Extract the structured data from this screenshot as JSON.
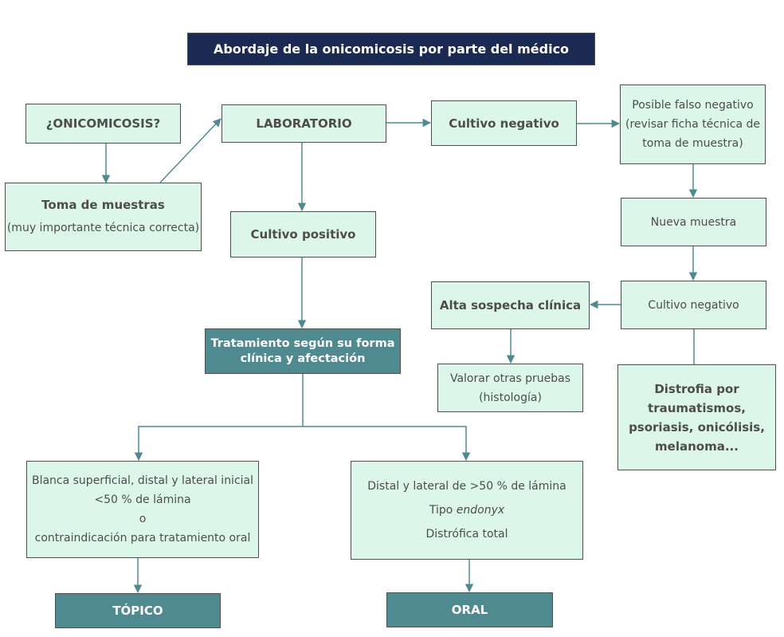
{
  "title": "Abordaje de la onicomicosis por parte del médico",
  "nodes": {
    "onicomicosis": "¿ONICOMICOSIS?",
    "toma_muestras": {
      "title": "Toma de muestras",
      "note": "(muy importante técnica correcta)"
    },
    "laboratorio": "LABORATORIO",
    "cultivo_positivo": "Cultivo positivo",
    "cultivo_negativo_1": "Cultivo negativo",
    "falso_negativo": [
      "Posible falso negativo",
      "(revisar ficha técnica de",
      "toma de muestra)"
    ],
    "nueva_muestra": "Nueva muestra",
    "cultivo_negativo_2": "Cultivo negativo",
    "alta_sospecha": "Alta sospecha clínica",
    "valorar_pruebas": [
      "Valorar otras pruebas",
      "(histología)"
    ],
    "distrofia": [
      "Distrofia por",
      "traumatismos,",
      "psoriasis, onicólisis,",
      "melanoma..."
    ],
    "tratamiento": [
      "Tratamiento según su forma",
      "clínica y afectación"
    ],
    "topico_criteria": [
      "Blanca superficial, distal y lateral inicial",
      "<50 % de lámina",
      "o",
      "contraindicación para tratamiento oral"
    ],
    "oral_criteria": {
      "line1": "Distal y lateral de >50 % de lámina",
      "line2_prefix": "Tipo ",
      "line2_italic": "endonyx",
      "line3": "Distrófica total"
    },
    "topico": "TÓPICO",
    "oral": "ORAL"
  },
  "colors": {
    "title_bg": "#1b2a52",
    "box_bg": "#dcf7ea",
    "dark_box_bg": "#4f8a91",
    "connector": "#4f8a91",
    "border": "#4f4f4f"
  }
}
